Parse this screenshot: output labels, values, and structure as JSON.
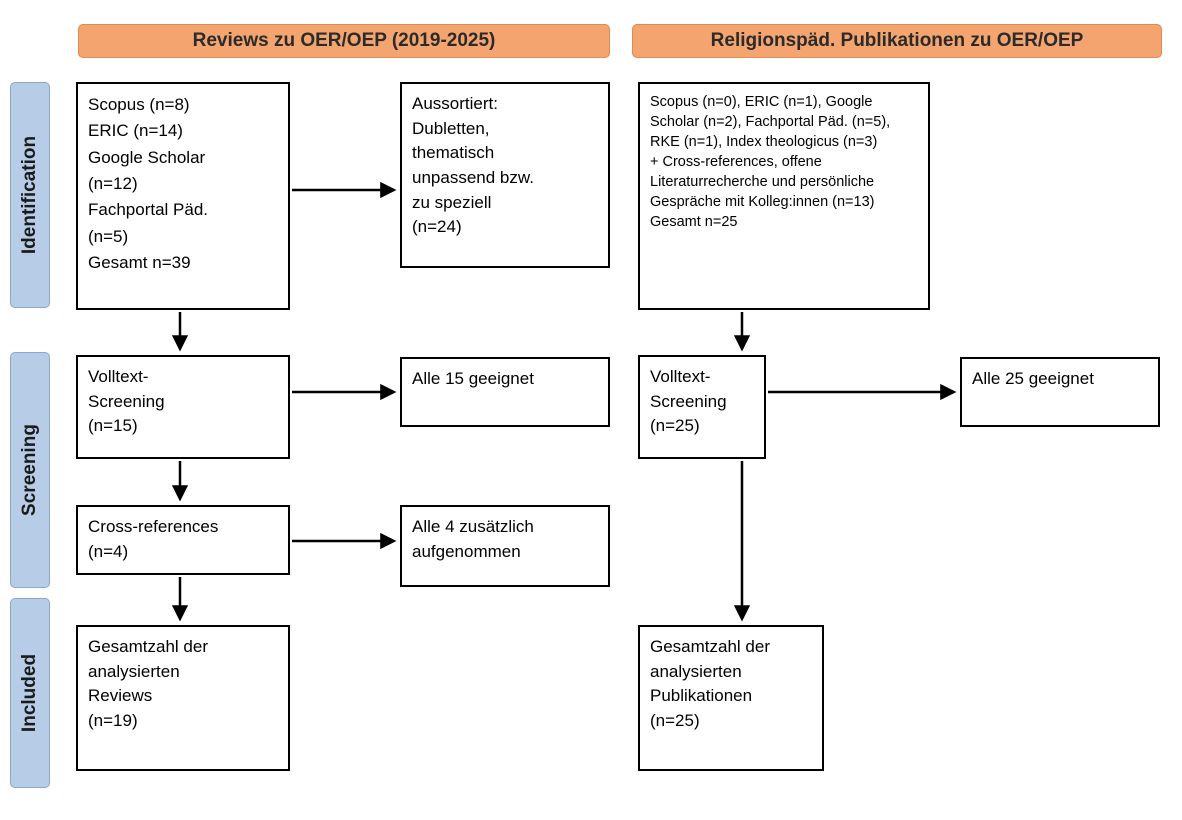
{
  "headers": {
    "left": "Reviews zu OER/OEP (2019-2025)",
    "right": "Religionspäd. Publikationen zu OER/OEP"
  },
  "stages": {
    "identification": "Identification",
    "screening": "Screening",
    "included": "Included"
  },
  "left_flow": {
    "sources": "Scopus (n=8)\nERIC (n=14)\nGoogle Scholar\n(n=12)\nFachportal Päd.\n(n=5)\nGesamt n=39",
    "excluded": "Aussortiert:\nDubletten,\nthematisch\nunpassend bzw.\nzu speziell\n(n=24)",
    "fulltext_screening": "Volltext-\nScreening\n(n=15)",
    "fulltext_result": "Alle 15 geeignet",
    "cross_references": "Cross-references\n(n=4)",
    "cross_references_result": "Alle 4 zusätzlich\naufgenommen",
    "total_included": "Gesamtzahl der\nanalysierten\nReviews\n(n=19)"
  },
  "right_flow": {
    "sources_databases": "Scopus (n=0), ERIC (n=1), Google Scholar (n=2), Fachportal Päd. (n=5), RKE (n=1), Index theologicus (n=3)",
    "sources_additional": "+ Cross-references, offene Literaturrecherche und persönliche Gespräche mit Kolleg:innen (n=13)",
    "sources_total": "Gesamt n=25",
    "fulltext_screening": "Volltext-\nScreening\n(n=25)",
    "fulltext_result": "Alle 25 geeignet",
    "total_included": "Gesamtzahl der\nanalysierten\nPublikationen\n(n=25)"
  },
  "colors": {
    "header_fill": "#F4A46E",
    "header_border": "#E08A4E",
    "stage_fill": "#B6CCE7",
    "stage_border": "#8AA8CC",
    "box_border": "#000000",
    "arrow": "#000000"
  }
}
